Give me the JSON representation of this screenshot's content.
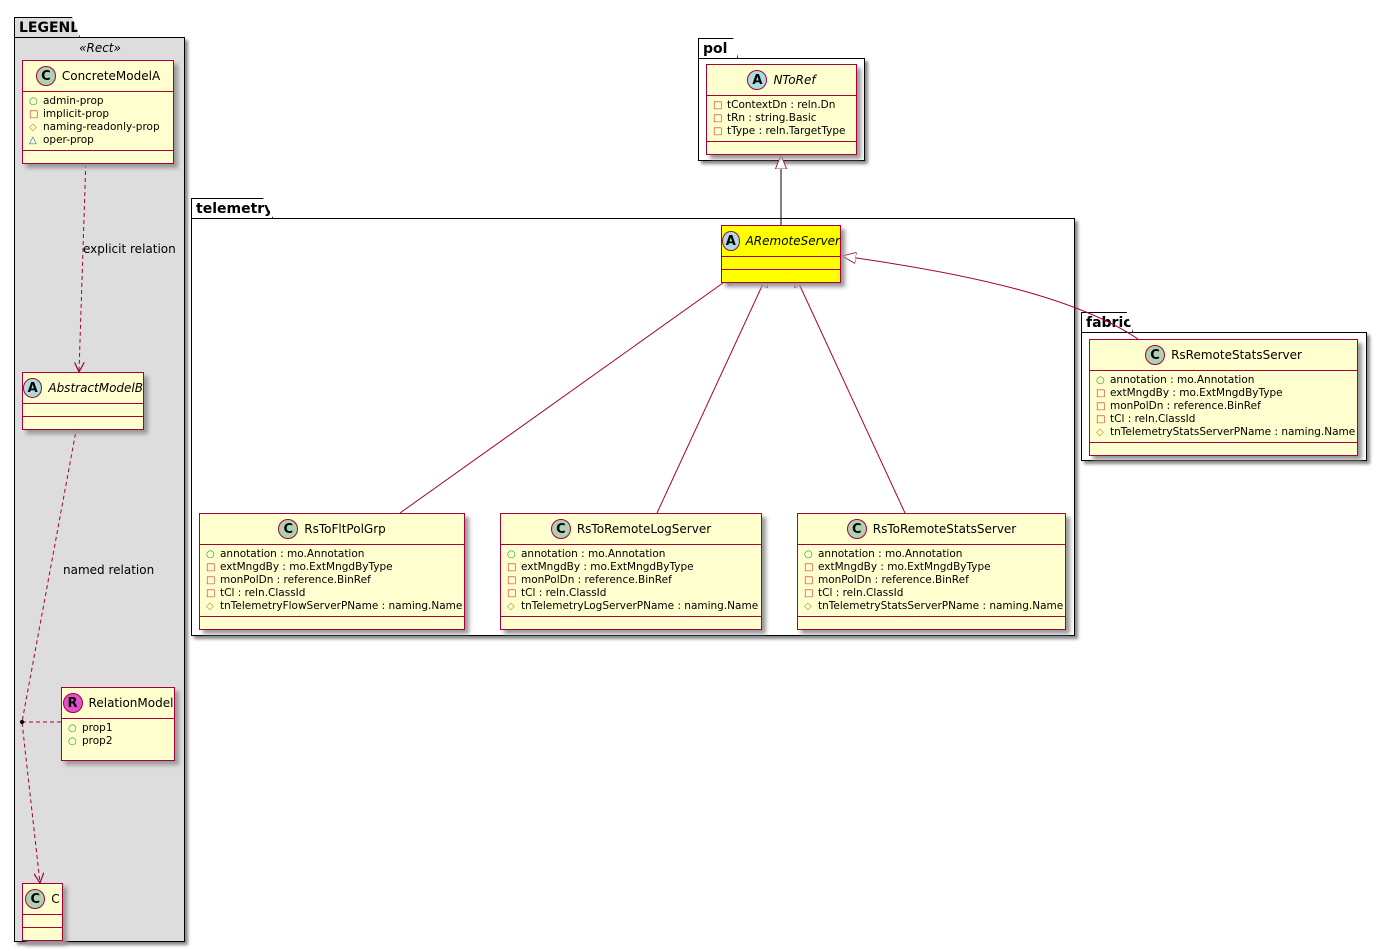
{
  "packages": {
    "legend": "LEGEND",
    "legend_stereotype": "«Rect»",
    "pol": "pol",
    "telemetry": "telemetry",
    "fabric": "fabric"
  },
  "relation_labels": {
    "explicit": "explicit relation",
    "named": "named relation"
  },
  "colors": {
    "class_fill": "#fefece",
    "class_border": "#a80036",
    "highlight": "#ffff00",
    "legend_bg": "#dddddd",
    "C": "#add1b2",
    "A": "#a9dcdf",
    "R": "#e24fd0"
  },
  "classes": [
    {
      "id": "ConcreteModelA",
      "name": "ConcreteModelA",
      "kind": "C",
      "attrs": [
        {
          "vis": "+",
          "text": "admin-prop"
        },
        {
          "vis": "-",
          "text": "implicit-prop"
        },
        {
          "vis": "#",
          "text": "naming-readonly-prop"
        },
        {
          "vis": "~",
          "text": "oper-prop"
        }
      ]
    },
    {
      "id": "AbstractModelB",
      "name": "AbstractModelB",
      "kind": "A",
      "attrs": []
    },
    {
      "id": "RelationModel",
      "name": "RelationModel",
      "kind": "R",
      "attrs": [
        {
          "vis": "+",
          "text": "prop1"
        },
        {
          "vis": "+",
          "text": "prop2"
        }
      ],
      "noEmpty": true
    },
    {
      "id": "C",
      "name": "C",
      "kind": "C",
      "attrs": []
    },
    {
      "id": "NToRef",
      "name": "NToRef",
      "kind": "A",
      "attrs": [
        {
          "vis": "-",
          "text": "tContextDn : reln.Dn"
        },
        {
          "vis": "-",
          "text": "tRn : string.Basic"
        },
        {
          "vis": "-",
          "text": "tType : reln.TargetType"
        }
      ]
    },
    {
      "id": "ARemoteServer",
      "name": "ARemoteServer",
      "kind": "A",
      "attrs": [],
      "highlight": true
    },
    {
      "id": "RsToFltPolGrp",
      "name": "RsToFltPolGrp",
      "kind": "C",
      "attrs": [
        {
          "vis": "+",
          "text": "annotation : mo.Annotation"
        },
        {
          "vis": "-",
          "text": "extMngdBy : mo.ExtMngdByType"
        },
        {
          "vis": "-",
          "text": "monPolDn : reference.BinRef"
        },
        {
          "vis": "-",
          "text": "tCl : reln.ClassId"
        },
        {
          "vis": "#",
          "text": "tnTelemetryFlowServerPName : naming.Name"
        }
      ]
    },
    {
      "id": "RsToRemoteLogServer",
      "name": "RsToRemoteLogServer",
      "kind": "C",
      "attrs": [
        {
          "vis": "+",
          "text": "annotation : mo.Annotation"
        },
        {
          "vis": "-",
          "text": "extMngdBy : mo.ExtMngdByType"
        },
        {
          "vis": "-",
          "text": "monPolDn : reference.BinRef"
        },
        {
          "vis": "-",
          "text": "tCl : reln.ClassId"
        },
        {
          "vis": "#",
          "text": "tnTelemetryLogServerPName : naming.Name"
        }
      ]
    },
    {
      "id": "RsToRemoteStatsServer",
      "name": "RsToRemoteStatsServer",
      "kind": "C",
      "attrs": [
        {
          "vis": "+",
          "text": "annotation : mo.Annotation"
        },
        {
          "vis": "-",
          "text": "extMngdBy : mo.ExtMngdByType"
        },
        {
          "vis": "-",
          "text": "monPolDn : reference.BinRef"
        },
        {
          "vis": "-",
          "text": "tCl : reln.ClassId"
        },
        {
          "vis": "#",
          "text": "tnTelemetryStatsServerPName : naming.Name"
        }
      ]
    },
    {
      "id": "RsRemoteStatsServer",
      "name": "RsRemoteStatsServer",
      "kind": "C",
      "attrs": [
        {
          "vis": "+",
          "text": "annotation : mo.Annotation"
        },
        {
          "vis": "-",
          "text": "extMngdBy : mo.ExtMngdByType"
        },
        {
          "vis": "-",
          "text": "monPolDn : reference.BinRef"
        },
        {
          "vis": "-",
          "text": "tCl : reln.ClassId"
        },
        {
          "vis": "#",
          "text": "tnTelemetryStatsServerPName : naming.Name"
        }
      ]
    }
  ]
}
